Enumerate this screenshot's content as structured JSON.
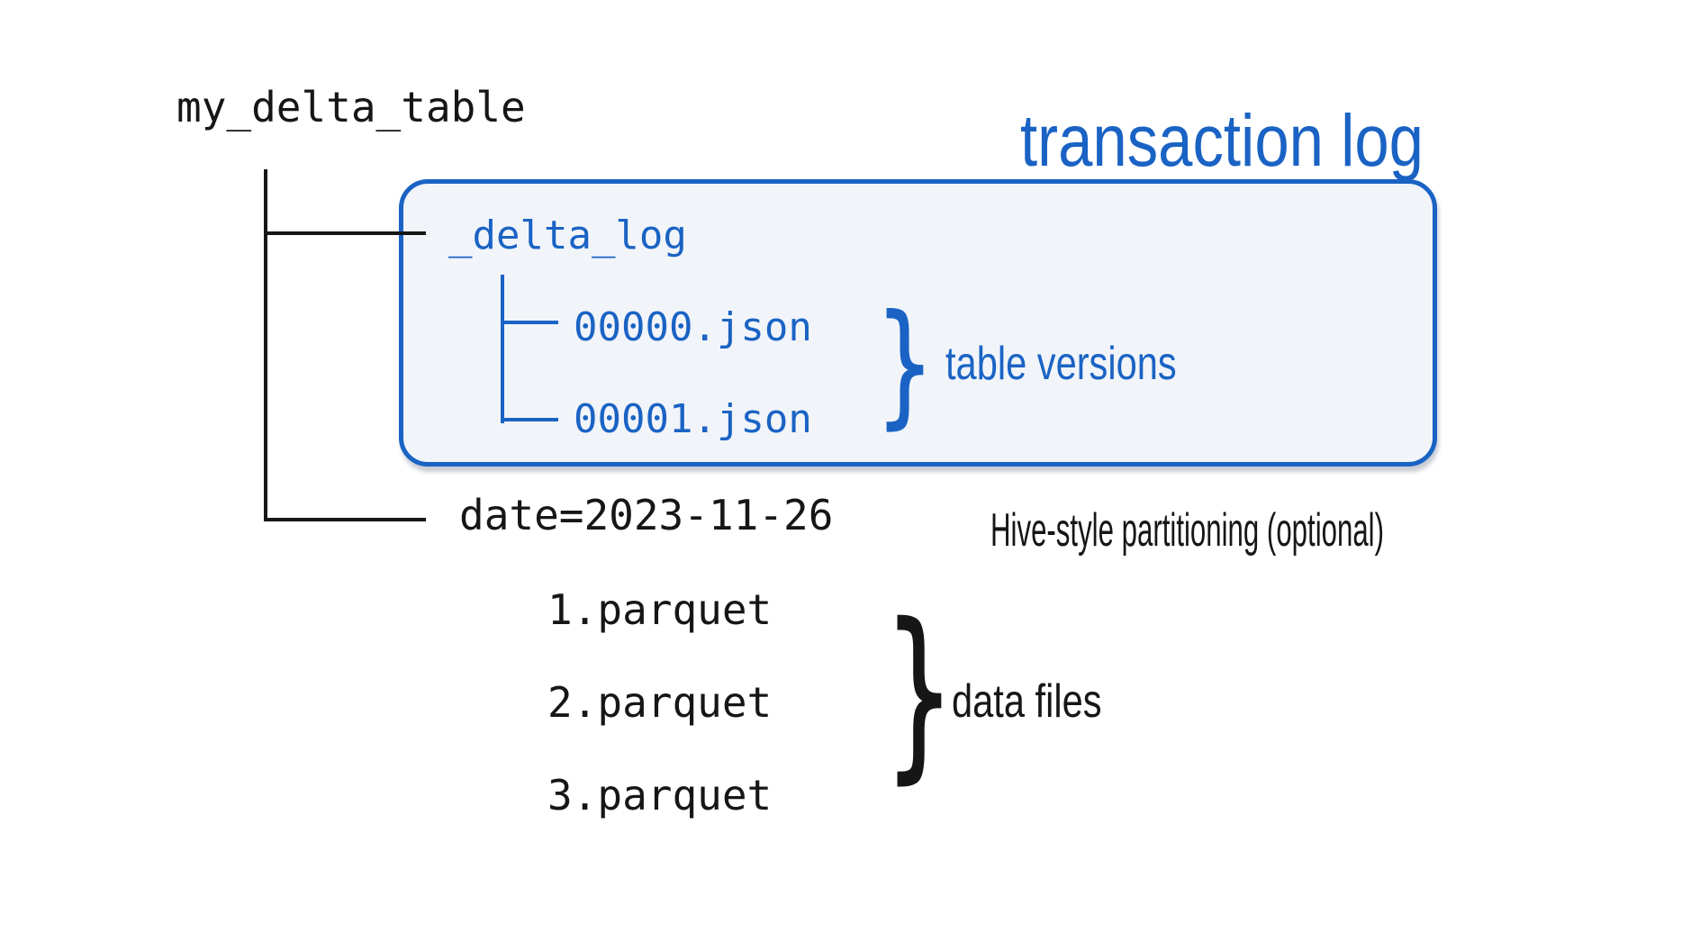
{
  "diagram": {
    "root_folder": "my_delta_table",
    "transaction_log_title": "transaction log",
    "log_box": {
      "folder": "_delta_log",
      "files": [
        "00000.json",
        "00001.json"
      ],
      "brace": "}",
      "brace_label": "table versions"
    },
    "partition": {
      "folder": "date=2023-11-26",
      "note": "Hive-style partitioning (optional)"
    },
    "data_files": {
      "files": [
        "1.parquet",
        "2.parquet",
        "3.parquet"
      ],
      "brace": "}",
      "brace_label": "data files"
    },
    "colors": {
      "accent_blue": "#1a63c4",
      "box_fill": "#f1f4f9",
      "ink_black": "#161616"
    }
  }
}
